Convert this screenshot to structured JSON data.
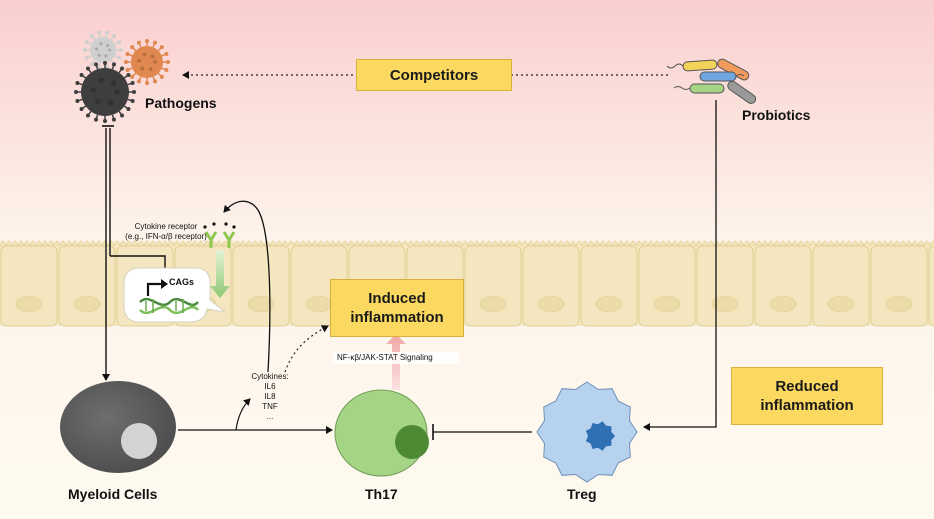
{
  "colors": {
    "sky_top": "#f9cfcf",
    "sky_bottom": "#fdf5e6",
    "epithelium": "#f2e4b8",
    "epithelium_border": "#e2cf93",
    "nucleus": "#ecdcaa",
    "label_box": "#fbd961",
    "myeloid": "#5b5b5b",
    "th17": "#a6d487",
    "th17_nucleus": "#4e8a33",
    "treg": "#b7d2ee",
    "treg_nucleus": "#2f6fb3",
    "receptor": "#8fc84f",
    "signal_arrow": "#a9d68c",
    "pink_arrow": "#f2b3b3"
  },
  "icons": [
    "pathogen-virus-icon",
    "probiotic-bacteria-icon",
    "dna-icon",
    "receptor-icon"
  ],
  "labels": {
    "pathogens": "Pathogens",
    "probiotics": "Probiotics",
    "competitors": "Competitors",
    "cytokine_receptor_line1": "Cytokine receptor",
    "cytokine_receptor_line2": "(e.g., IFN-α/β receptor)",
    "cags": "CAGs",
    "induced_line1": "Induced",
    "induced_line2": "inflammation",
    "signaling": "NF-κβ/JAK-STAT Signaling",
    "cytokines": "Cytokines:",
    "il6": "IL6",
    "il8": "IL8",
    "tnf": "TNF",
    "ellipsis": "...",
    "reduced_line1": "Reduced",
    "reduced_line2": "inflammation",
    "myeloid": "Myeloid Cells",
    "th17": "Th17",
    "treg": "Treg"
  }
}
